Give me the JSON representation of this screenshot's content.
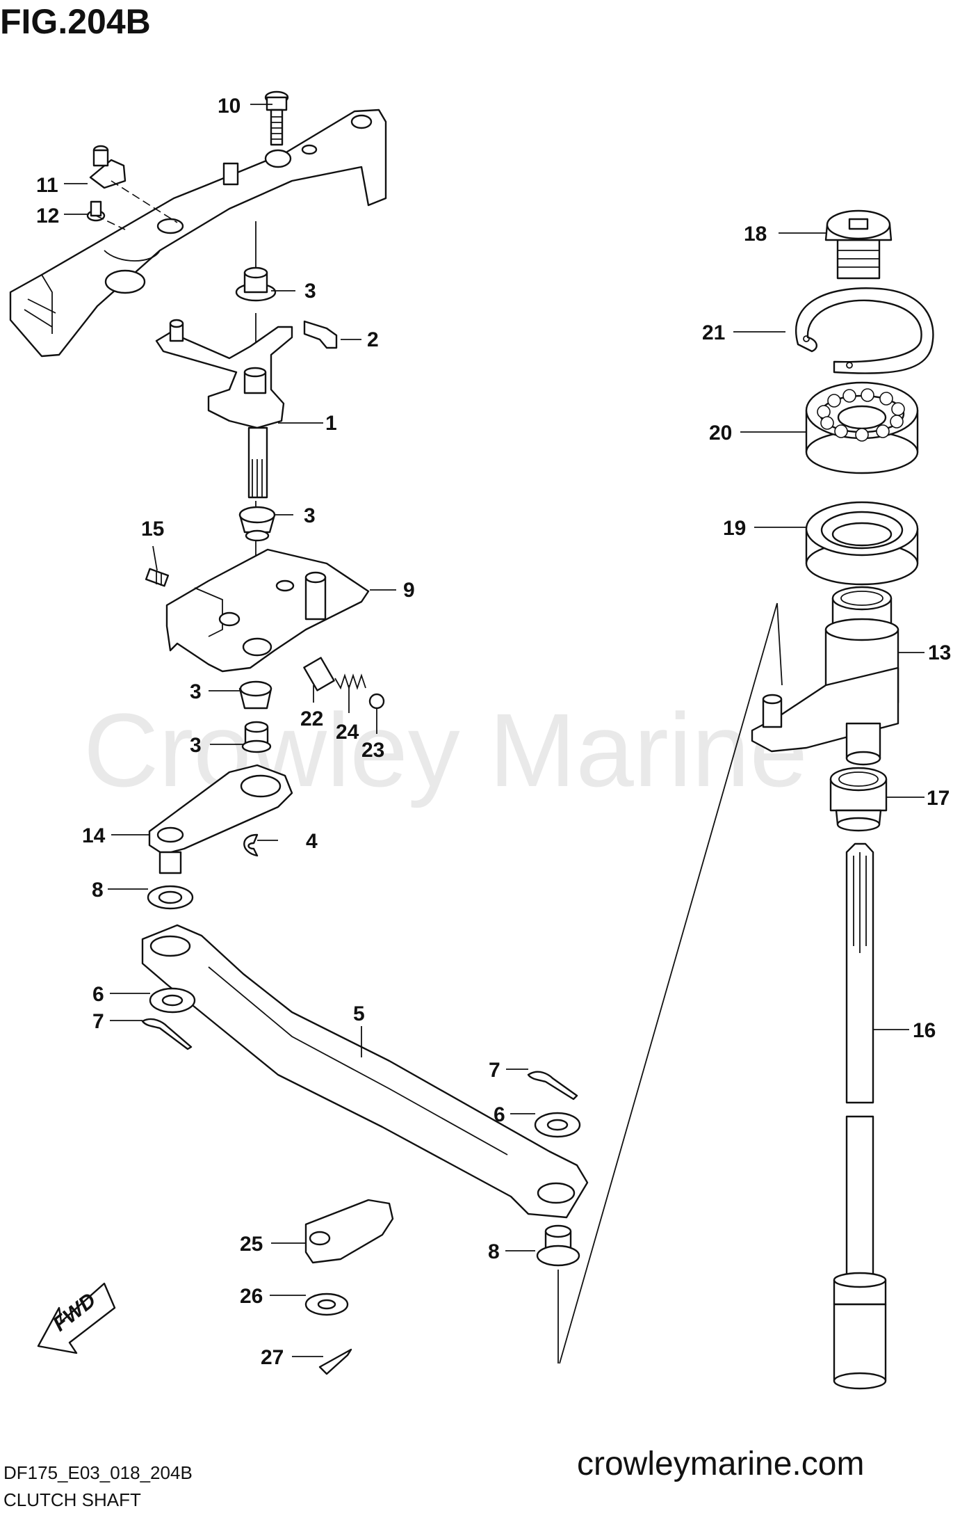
{
  "figure": {
    "title": "FIG.204B",
    "drawing_code": "DF175_E03_018_204B",
    "caption": "CLUTCH SHAFT"
  },
  "watermark": "Crowley Marine",
  "website": "crowleymarine.com",
  "direction_label": "FWD",
  "callouts": [
    {
      "id": "c10",
      "num": "10"
    },
    {
      "id": "c11",
      "num": "11"
    },
    {
      "id": "c12",
      "num": "12"
    },
    {
      "id": "c3a",
      "num": "3"
    },
    {
      "id": "c2",
      "num": "2"
    },
    {
      "id": "c1",
      "num": "1"
    },
    {
      "id": "c3b",
      "num": "3"
    },
    {
      "id": "c15",
      "num": "15"
    },
    {
      "id": "c9",
      "num": "9"
    },
    {
      "id": "c3c",
      "num": "3"
    },
    {
      "id": "c22",
      "num": "22"
    },
    {
      "id": "c24",
      "num": "24"
    },
    {
      "id": "c23",
      "num": "23"
    },
    {
      "id": "c3d",
      "num": "3"
    },
    {
      "id": "c14",
      "num": "14"
    },
    {
      "id": "c4",
      "num": "4"
    },
    {
      "id": "c8a",
      "num": "8"
    },
    {
      "id": "c6a",
      "num": "6"
    },
    {
      "id": "c7a",
      "num": "7"
    },
    {
      "id": "c5",
      "num": "5"
    },
    {
      "id": "c7b",
      "num": "7"
    },
    {
      "id": "c6b",
      "num": "6"
    },
    {
      "id": "c25",
      "num": "25"
    },
    {
      "id": "c8b",
      "num": "8"
    },
    {
      "id": "c26",
      "num": "26"
    },
    {
      "id": "c27",
      "num": "27"
    },
    {
      "id": "c18",
      "num": "18"
    },
    {
      "id": "c21",
      "num": "21"
    },
    {
      "id": "c20",
      "num": "20"
    },
    {
      "id": "c19",
      "num": "19"
    },
    {
      "id": "c13",
      "num": "13"
    },
    {
      "id": "c17",
      "num": "17"
    },
    {
      "id": "c16",
      "num": "16"
    }
  ]
}
